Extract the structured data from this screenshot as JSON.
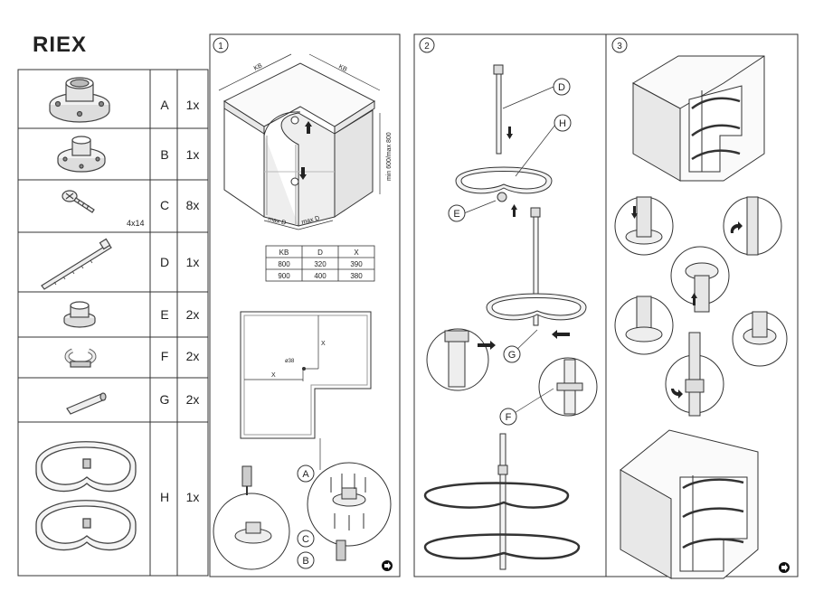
{
  "brand": {
    "logo_text": "RIEX"
  },
  "parts": [
    {
      "code": "A",
      "qty": "1x",
      "note": ""
    },
    {
      "code": "B",
      "qty": "1x",
      "note": ""
    },
    {
      "code": "C",
      "qty": "8x",
      "note": "4x14"
    },
    {
      "code": "D",
      "qty": "1x",
      "note": ""
    },
    {
      "code": "E",
      "qty": "2x",
      "note": ""
    },
    {
      "code": "F",
      "qty": "2x",
      "note": ""
    },
    {
      "code": "G",
      "qty": "2x",
      "note": ""
    },
    {
      "code": "H",
      "qty": "1x",
      "note": ""
    }
  ],
  "steps": {
    "s1": "1",
    "s2": "2",
    "s3": "3"
  },
  "step1": {
    "dim_kb_left": "KB",
    "dim_kb_right": "KB",
    "dim_height": "min 600/max 800",
    "dim_d_left": "max D",
    "dim_d_right": "max D",
    "table_headers": [
      "KB",
      "D",
      "X"
    ],
    "table_rows": [
      [
        "800",
        "320",
        "390"
      ],
      [
        "900",
        "400",
        "380"
      ]
    ],
    "plan_x_vertical": "X",
    "plan_x_horizontal": "X",
    "plan_hole": "ø38",
    "callouts": [
      "A",
      "C",
      "B"
    ]
  },
  "step2": {
    "callouts": [
      "D",
      "H",
      "E",
      "G",
      "F"
    ]
  },
  "icons": {
    "next_page": "next-page-icon"
  }
}
